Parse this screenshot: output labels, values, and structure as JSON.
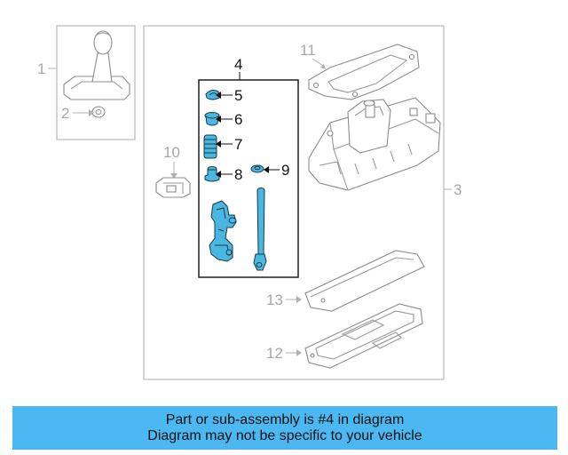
{
  "callouts": {
    "c1": "1",
    "c2": "2",
    "c3": "3",
    "c4": "4",
    "c5": "5",
    "c6": "6",
    "c7": "7",
    "c8": "8",
    "c9": "9",
    "c10": "10",
    "c11": "11",
    "c12": "12",
    "c13": "13"
  },
  "banner": {
    "line1": "Part or sub-assembly is #4 in diagram",
    "line2": "Diagram may not be specific to your vehicle"
  },
  "colors": {
    "highlight": "#49b7e0",
    "banner": "#4cb8f2"
  }
}
